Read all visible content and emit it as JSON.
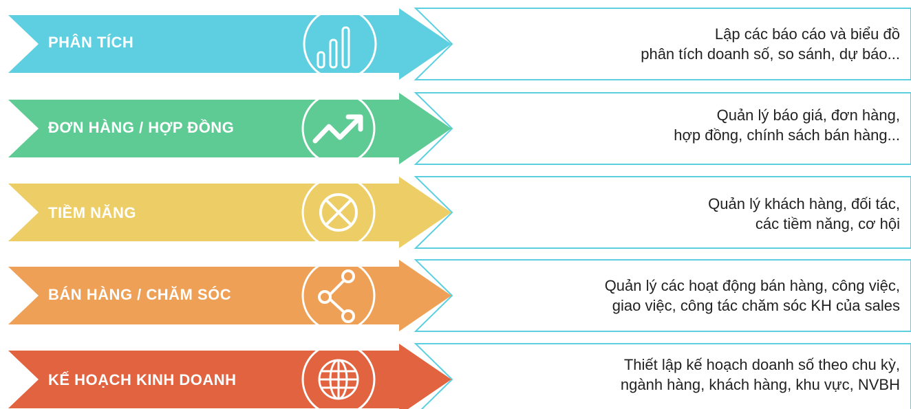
{
  "colors": {
    "outline": "#5BCFDF",
    "rows": [
      "#5ECFE0",
      "#5ECB94",
      "#EDCE66",
      "#EFA057",
      "#E2633F"
    ]
  },
  "rows": [
    {
      "label": "PHÂN TÍCH",
      "icon": "bar-chart-icon",
      "desc": [
        "Lập các báo cáo và biểu đồ",
        "phân tích doanh số, so sánh, dự báo..."
      ]
    },
    {
      "label": "ĐƠN HÀNG / HỢP ĐỒNG",
      "icon": "trend-up-icon",
      "desc": [
        "Quản lý báo giá, đơn hàng,",
        "hợp đồng, chính sách bán hàng..."
      ]
    },
    {
      "label": "TIỀM NĂNG",
      "icon": "target-cross-icon",
      "desc": [
        "Quản lý khách hàng, đối tác,",
        "các tiềm năng, cơ hội"
      ]
    },
    {
      "label": "BÁN HÀNG / CHĂM SÓC",
      "icon": "share-icon",
      "desc": [
        "Quản lý các hoạt động bán hàng, công việc,",
        "giao việc, công tác chăm sóc KH của sales"
      ]
    },
    {
      "label": "KẾ HOẠCH KINH DOANH",
      "icon": "globe-icon",
      "desc": [
        "Thiết lập kế hoạch doanh số theo chu kỳ,",
        "ngành hàng, khách hàng, khu vực, NVBH"
      ]
    }
  ]
}
